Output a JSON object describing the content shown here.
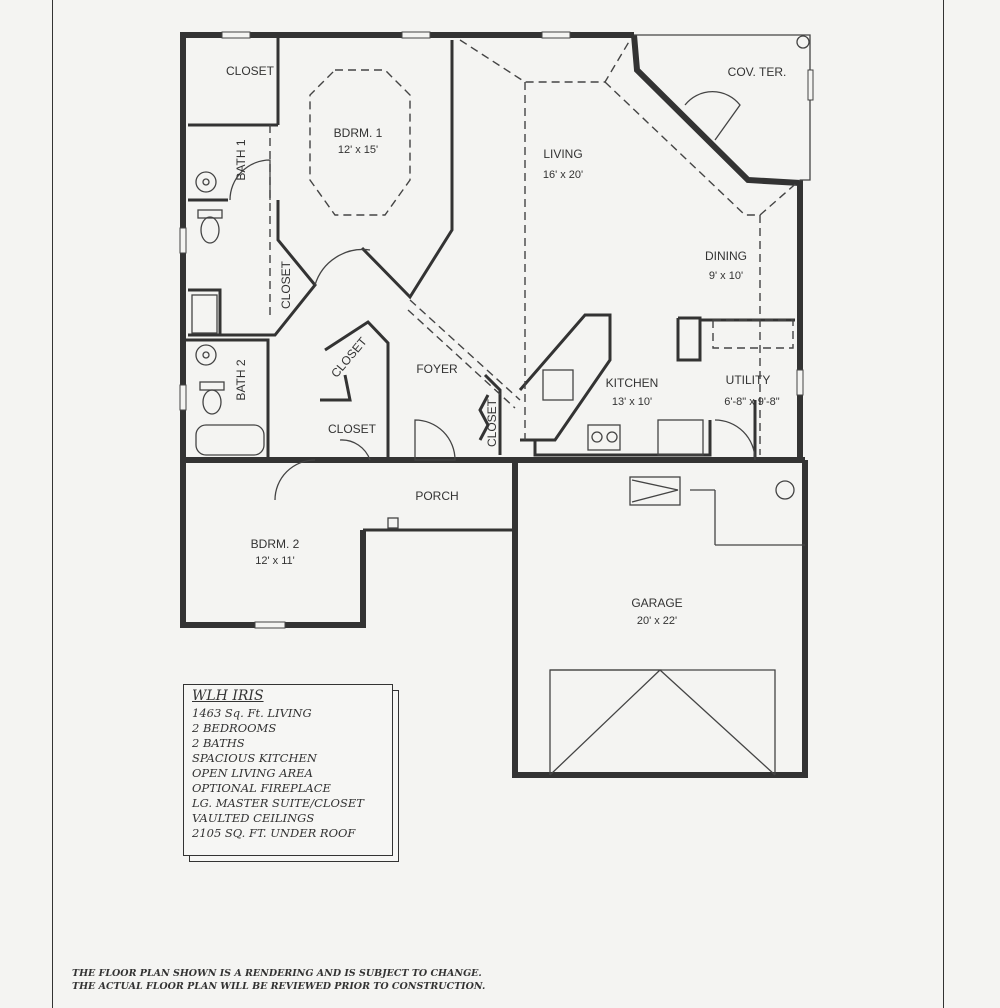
{
  "rooms": {
    "closet_top": "CLOSET",
    "bath1": "BATH 1",
    "bdrm1": {
      "name": "BDRM. 1",
      "dims": "12' x 15'"
    },
    "living": {
      "name": "LIVING",
      "dims": "16' x 20'"
    },
    "cov_ter": "COV. TER.",
    "dining": {
      "name": "DINING",
      "dims": "9' x 10'"
    },
    "closet_mid": "CLOSET",
    "closet_diag": "CLOSET",
    "bath2": "BATH 2",
    "foyer": "FOYER",
    "closet_low": "CLOSET",
    "closet_kitchen": "CLOSET",
    "kitchen": {
      "name": "KITCHEN",
      "dims": "13' x 10'"
    },
    "utility": {
      "name": "UTILITY",
      "dims": "6'-8\" x 9'-8\""
    },
    "porch": "PORCH",
    "bdrm2": {
      "name": "BDRM. 2",
      "dims": "12' x 11'"
    },
    "garage": {
      "name": "GARAGE",
      "dims": "20' x 22'"
    }
  },
  "info": {
    "title": "WLH IRIS",
    "lines": [
      "1463 Sq. Ft. LIVING",
      "2 BEDROOMS",
      "2 BATHS",
      "SPACIOUS KITCHEN",
      "OPEN LIVING AREA",
      "OPTIONAL FIREPLACE",
      "LG. MASTER SUITE/CLOSET",
      "VAULTED CEILINGS",
      "2105 SQ. FT. UNDER ROOF"
    ]
  },
  "disclaimer": [
    "THE FLOOR PLAN SHOWN IS A RENDERING AND IS SUBJECT TO CHANGE.",
    "THE ACTUAL FLOOR PLAN WILL BE REVIEWED PRIOR TO CONSTRUCTION."
  ]
}
